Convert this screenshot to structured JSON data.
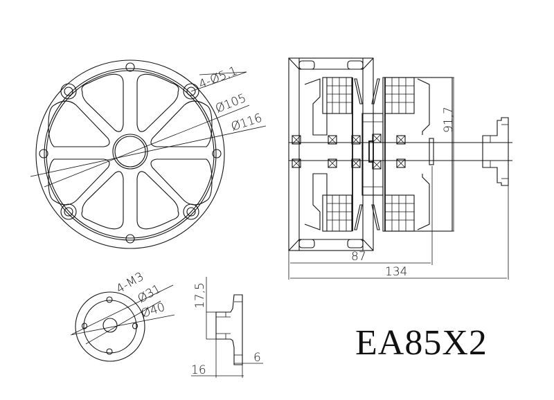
{
  "title": "EA85X2",
  "colors": {
    "line": "#111111",
    "background": "#ffffff"
  },
  "front_view": {
    "dimensions": {
      "holes": "4-Ø5,1",
      "inner_diameter": "Ø105",
      "outer_diameter": "Ø116"
    },
    "spokes": 8,
    "small_holes": 4
  },
  "side_view": {
    "dimensions": {
      "height": "91,7",
      "body_length": "87",
      "total_length": "134"
    }
  },
  "prop_adapter_front": {
    "dimensions": {
      "threads": "4-M3",
      "bolt_circle": "Ø31",
      "outer_diameter": "Ø40"
    }
  },
  "prop_adapter_side": {
    "dimensions": {
      "height": "17,5",
      "length": "16",
      "flange": "6"
    }
  }
}
